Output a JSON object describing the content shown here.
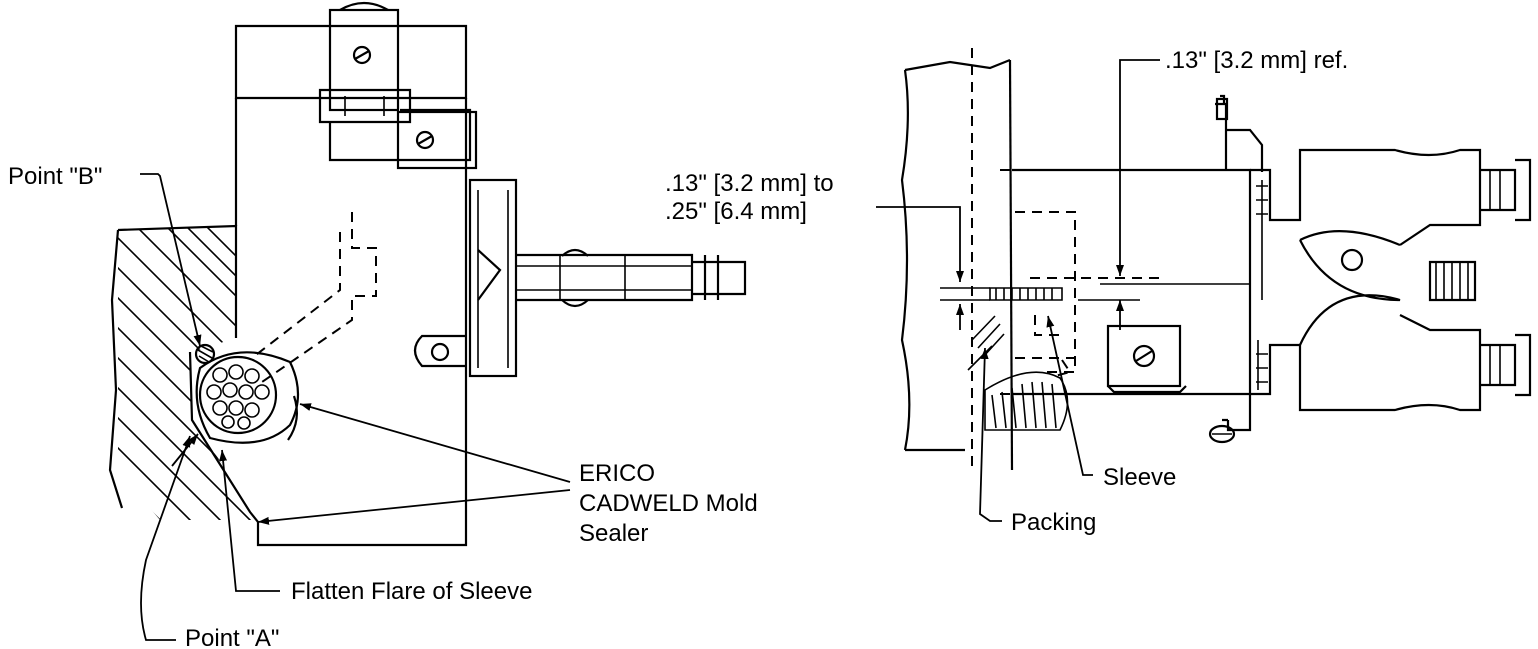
{
  "left_view": {
    "labels": {
      "point_b": "Point \"B\"",
      "point_a": "Point \"A\"",
      "flatten": "Flatten Flare of Sleeve",
      "sealer_line1": "ERICO",
      "sealer_line2": "CADWELD Mold",
      "sealer_line3": "Sealer"
    },
    "icons": [
      "screw-icon",
      "cable-strands-icon",
      "handle-clamp-icon"
    ]
  },
  "right_view": {
    "labels": {
      "dim_ref": ".13\" [3.2 mm] ref.",
      "dim_range_line1": ".13\" [3.2 mm] to",
      "dim_range_line2": ".25\" [6.4 mm]",
      "sleeve": "Sleeve",
      "packing": "Packing"
    },
    "icons": [
      "screw-icon",
      "thumb-screw-icon",
      "handle-clamp-icon"
    ]
  },
  "colors": {
    "ink": "#000000",
    "background": "#ffffff"
  }
}
